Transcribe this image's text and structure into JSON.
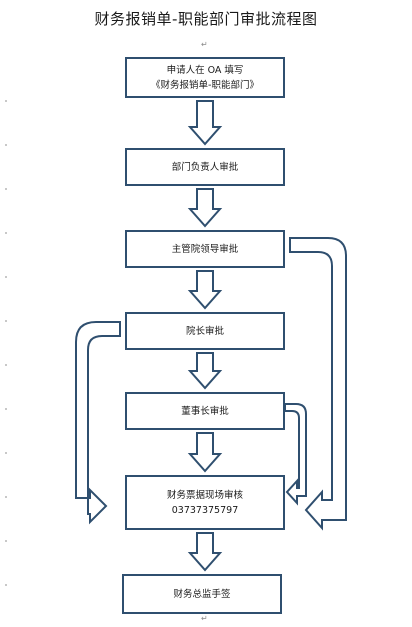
{
  "title": "财务报销单-职能部门审批流程图",
  "steps": [
    {
      "id": "s1",
      "lines": [
        "申请人在 OA 填写",
        "《财务报销单-职能部门》"
      ]
    },
    {
      "id": "s2",
      "lines": [
        "部门负责人审批"
      ]
    },
    {
      "id": "s3",
      "lines": [
        "主管院领导审批"
      ]
    },
    {
      "id": "s4",
      "lines": [
        "院长审批"
      ]
    },
    {
      "id": "s5",
      "lines": [
        "董事长审批"
      ]
    },
    {
      "id": "s6",
      "lines": [
        "财务票据现场审核",
        "03737375797"
      ]
    },
    {
      "id": "s7",
      "lines": [
        "财务总监手签"
      ]
    }
  ],
  "edges": [
    {
      "from": "s1",
      "to": "s2"
    },
    {
      "from": "s2",
      "to": "s3"
    },
    {
      "from": "s3",
      "to": "s4"
    },
    {
      "from": "s4",
      "to": "s5"
    },
    {
      "from": "s5",
      "to": "s6"
    },
    {
      "from": "s6",
      "to": "s7"
    },
    {
      "from": "s3",
      "to": "s6"
    },
    {
      "from": "s4",
      "to": "s6"
    },
    {
      "from": "s5",
      "to": "s6"
    }
  ],
  "colors": {
    "border": "#2f4f6f",
    "arrow": "#2f4f6f",
    "mark": "#8a8a8a"
  }
}
